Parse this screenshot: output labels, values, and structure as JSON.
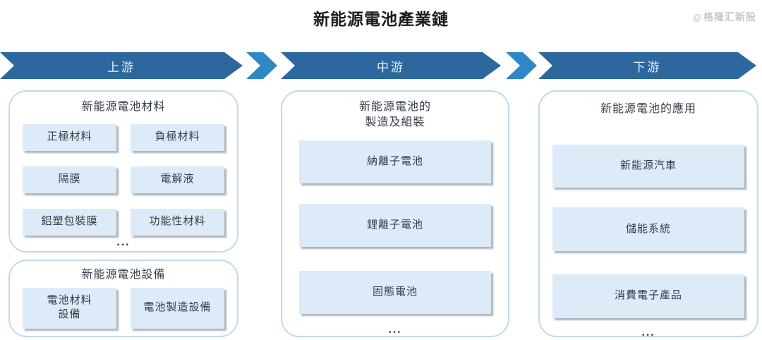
{
  "page": {
    "title": "新能源電池產業鏈",
    "watermark": {
      "icon": "@",
      "text": "格隆汇新股"
    }
  },
  "colors": {
    "banner_dark": "#2c689e",
    "chevron_light": "#2f88c5",
    "box_border": "#bedaf0",
    "item_fill": "#dcebf7",
    "text_dark": "#333d49"
  },
  "banners": [
    {
      "label": "上游"
    },
    {
      "label": "中游"
    },
    {
      "label": "下游"
    }
  ],
  "columns": [
    {
      "groups": [
        {
          "header": "新能源電池材料",
          "items": [
            "正極材料",
            "負極材料",
            "隔膜",
            "電解液",
            "鋁塑包裝膜",
            "功能性材料"
          ],
          "ellipsis": "..."
        },
        {
          "header": "新能源電池設備",
          "items": [
            "電池材料\n設備",
            "電池製造設備"
          ]
        }
      ]
    },
    {
      "groups": [
        {
          "header": "新能源電池的\n製造及組裝",
          "items": [
            "納離子電池",
            "鋰離子電池",
            "固態電池"
          ],
          "ellipsis": "..."
        }
      ]
    },
    {
      "groups": [
        {
          "header": "新能源電池的應用",
          "items": [
            "新能源汽車",
            "儲能系統",
            "消費電子產品"
          ],
          "ellipsis": "..."
        }
      ]
    }
  ]
}
